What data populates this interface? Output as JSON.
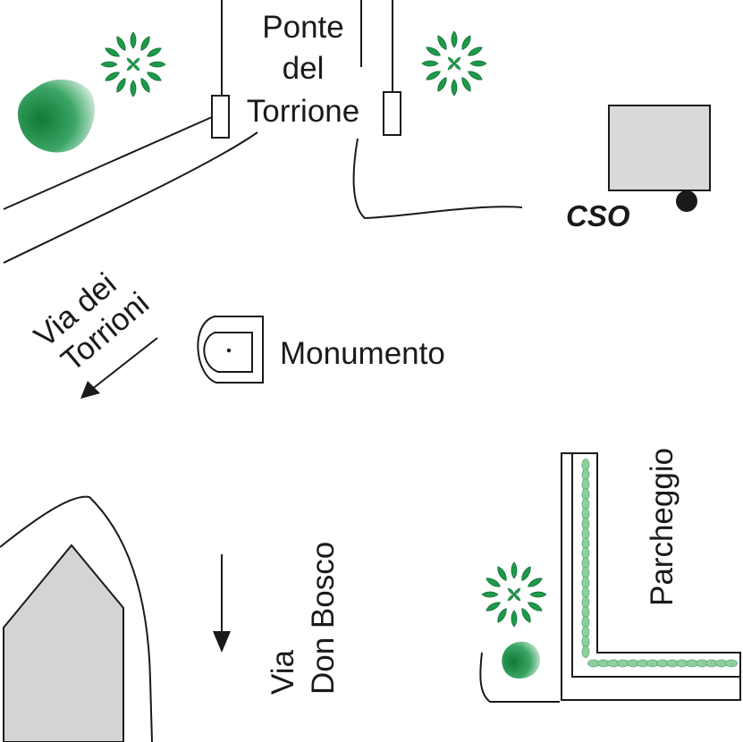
{
  "labels": {
    "bridge_line1": "Ponte",
    "bridge_line2": "del",
    "bridge_line3": "Torrione",
    "street_torrioni_line1": "Via dei",
    "street_torrioni_line2": "Torrioni",
    "monument": "Monumento",
    "cso": "CSO",
    "street_donbosco_line1": "Via",
    "street_donbosco_line2": "Don Bosco",
    "parking": "Parcheggio"
  },
  "colors": {
    "tree_green": "#1e9a4b",
    "bush_green": "#1a8a42",
    "hedge_green": "#8fcf9c",
    "building_gray": "#d4d4d4",
    "line": "#1a1a1a"
  },
  "icons": {
    "tree": "tree-icon",
    "bush": "bush-icon",
    "car": "car-icon",
    "monument": "monument-icon",
    "arrow": "direction-arrow-icon"
  }
}
